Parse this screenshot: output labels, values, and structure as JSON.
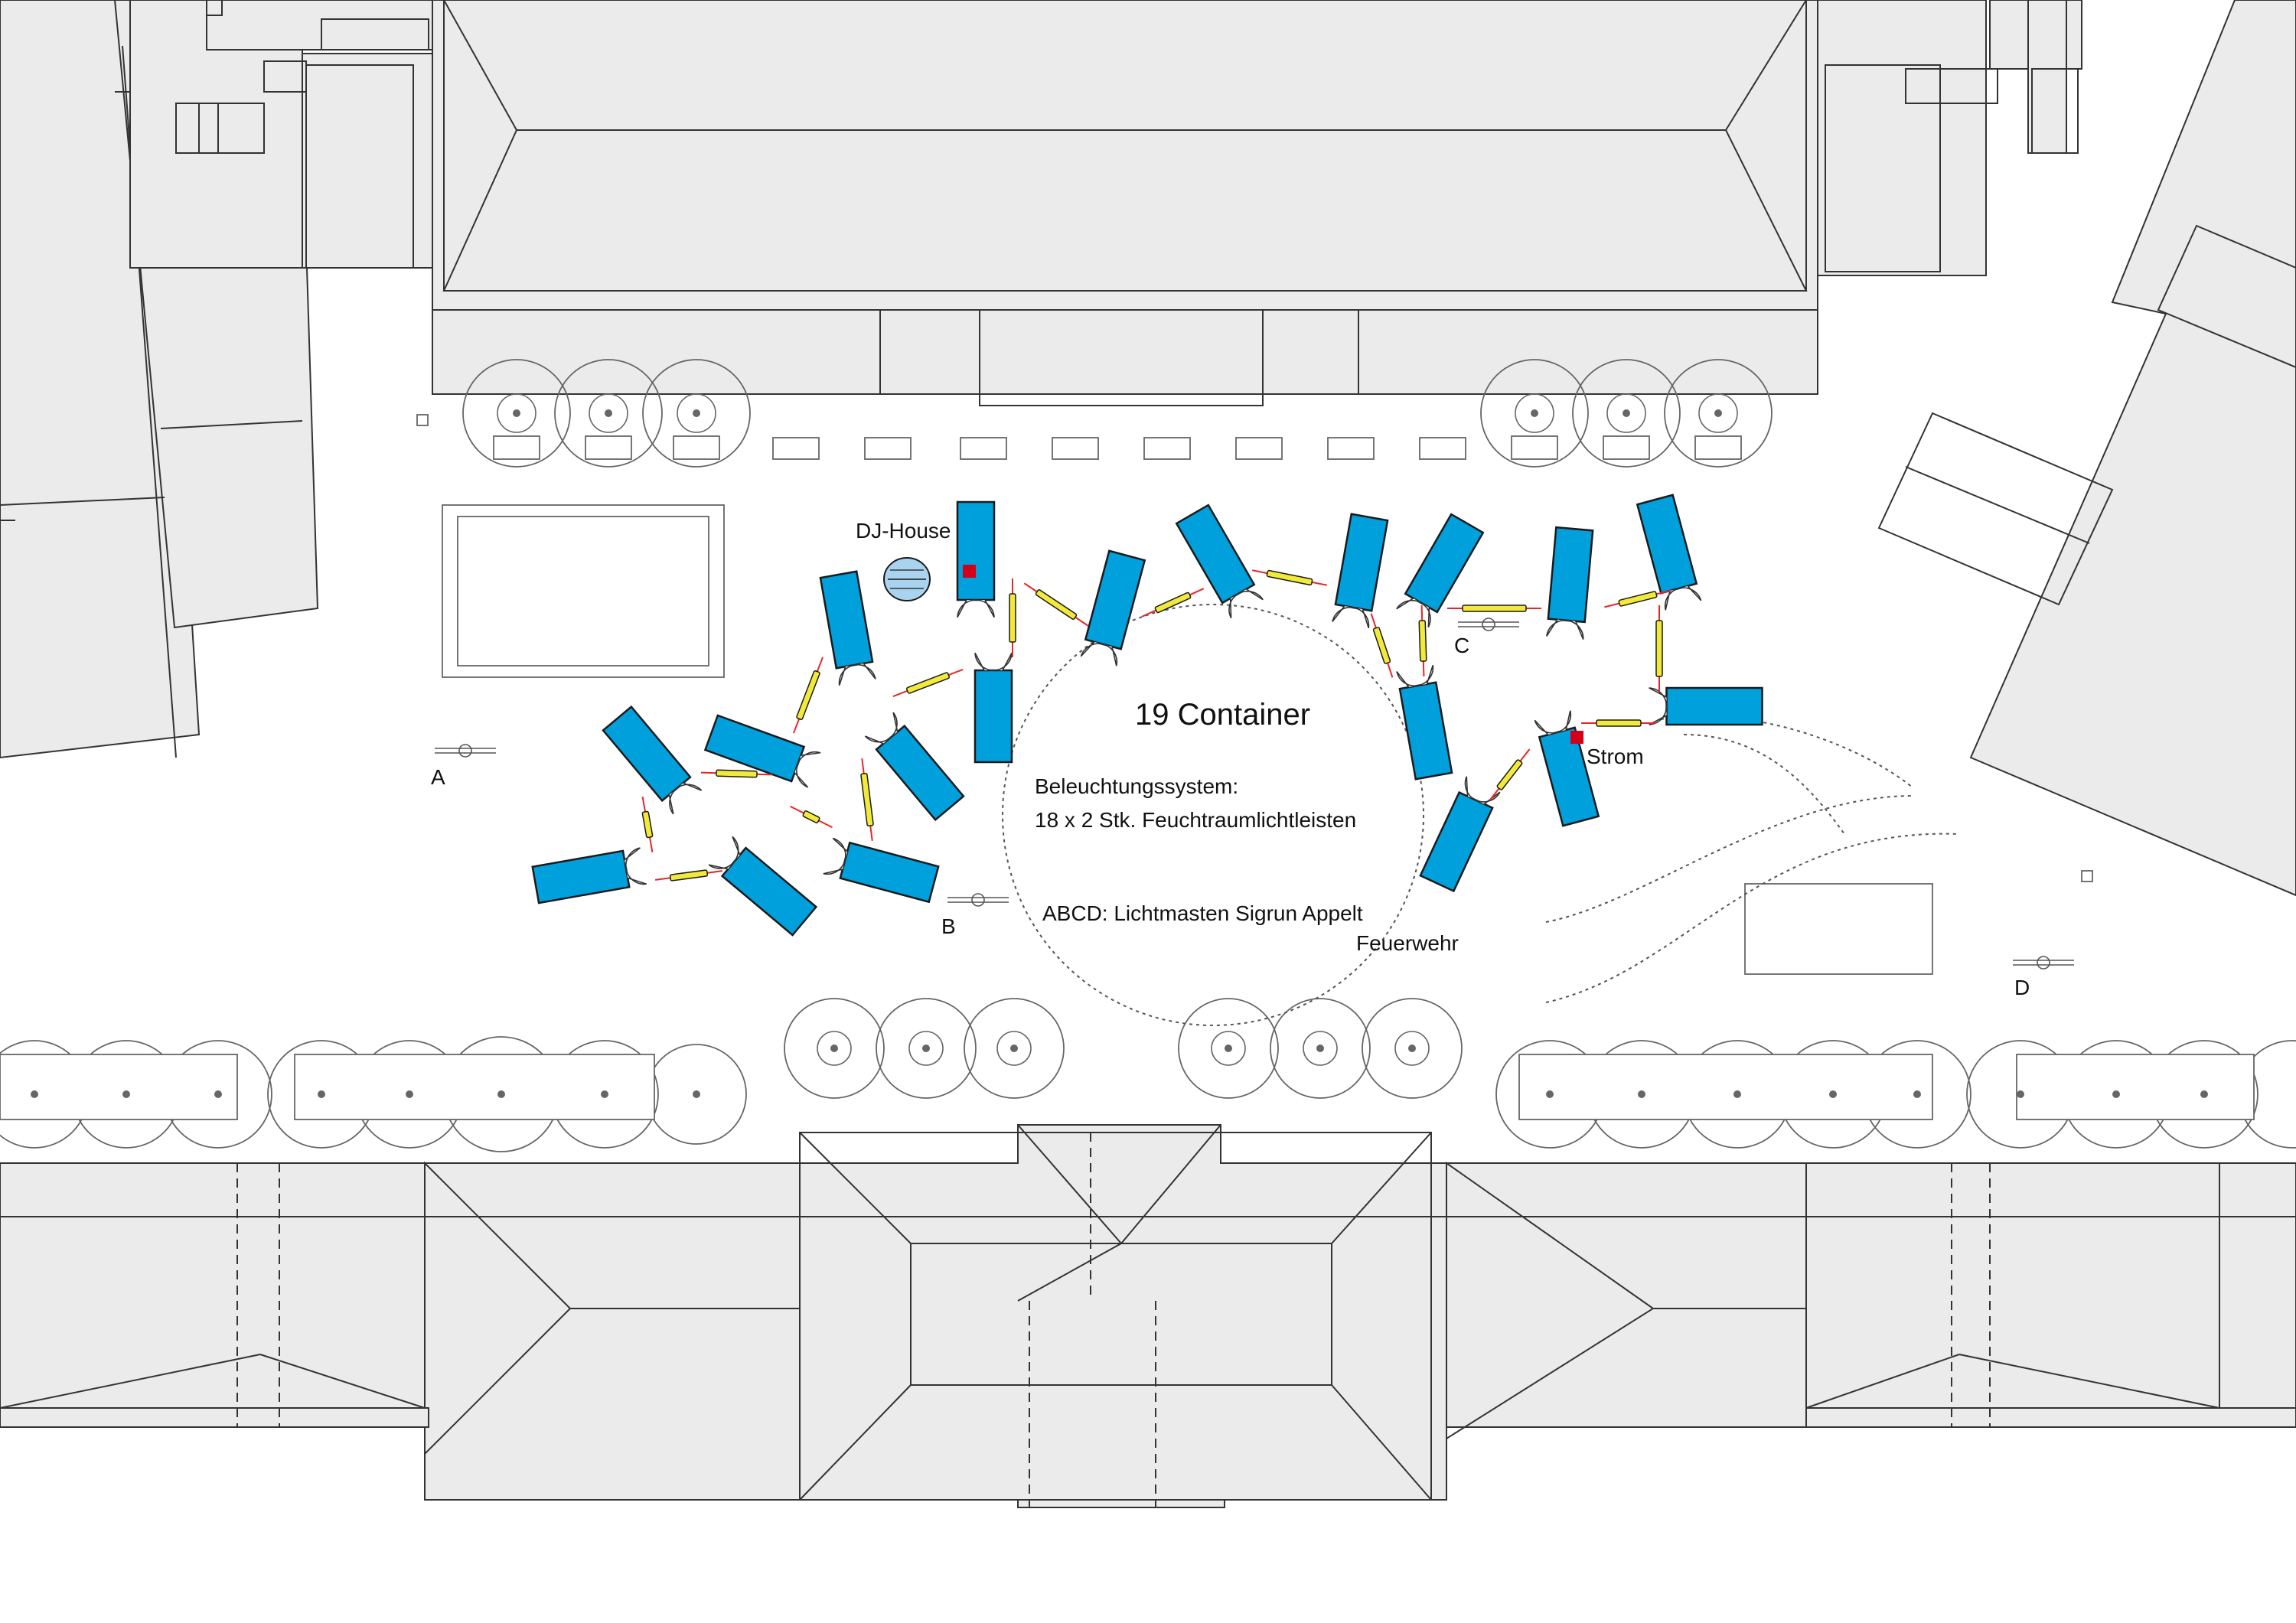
{
  "title": "19 Container",
  "lighting_title": "Beleuchtungssystem:",
  "lighting_detail": "18 x 2 Stk. Feuchtraumlichtleisten",
  "masts_note": "ABCD: Lichtmasten Sigrun Appelt",
  "labels": {
    "dj_house": "DJ-House",
    "fire_brigade": "Feuerwehr",
    "power": "Strom",
    "mast_a": "A",
    "mast_b": "B",
    "mast_c": "C",
    "mast_d": "D"
  },
  "colors": {
    "container": "#00a0dc",
    "light_strip": "#f2ea3a",
    "wire": "#e8262a",
    "power_box": "#d4001a",
    "dj_booth": "#a9d3ee",
    "building": "#ebebeb"
  },
  "container_count": 19,
  "light_strip_count": 18
}
